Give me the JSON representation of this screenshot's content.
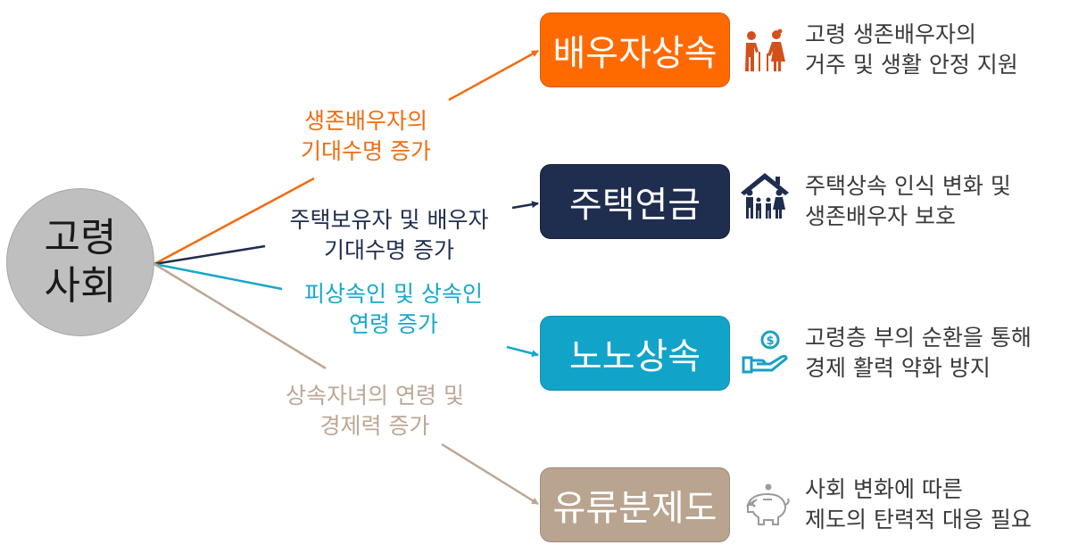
{
  "hub": {
    "line1": "고령",
    "line2": "사회",
    "color": "#bfbfbf"
  },
  "branches": [
    {
      "id": "spouse",
      "color": "#f26b0f",
      "cause": {
        "line1": "생존배우자의",
        "line2": "기대수명 증가"
      },
      "box": {
        "label": "배우자상속",
        "color": "#ff6a00"
      },
      "icon": "elderly-couple-icon",
      "desc": {
        "line1": "고령 생존배우자의",
        "line2": "거주 및 생활 안정 지원"
      }
    },
    {
      "id": "housing",
      "color": "#1f2d4e",
      "cause": {
        "line1": "주택보유자 및 배우자",
        "line2": "기대수명 증가"
      },
      "box": {
        "label": "주택연금",
        "color": "#1f2d4e"
      },
      "icon": "family-house-icon",
      "desc": {
        "line1": "주택상속 인식 변화 및",
        "line2": "생존배우자 보호"
      }
    },
    {
      "id": "elderly",
      "color": "#17a8c9",
      "cause": {
        "line1": "피상속인 및 상속인",
        "line2": "연령 증가"
      },
      "box": {
        "label": "노노상속",
        "color": "#12a3c9"
      },
      "icon": "hand-coin-icon",
      "desc": {
        "line1": "고령층 부의 순환을 통해",
        "line2": "경제 활력 약화 방지"
      }
    },
    {
      "id": "forced-heirship",
      "color": "#bda793",
      "cause": {
        "line1": "상속자녀의 연령 및",
        "line2": "경제력 증가"
      },
      "box": {
        "label": "유류분제도",
        "color": "#b9a48f"
      },
      "icon": "piggy-bank-icon",
      "desc": {
        "line1": "사회 변화에 따른",
        "line2": "제도의 탄력적 대응 필요"
      }
    }
  ]
}
